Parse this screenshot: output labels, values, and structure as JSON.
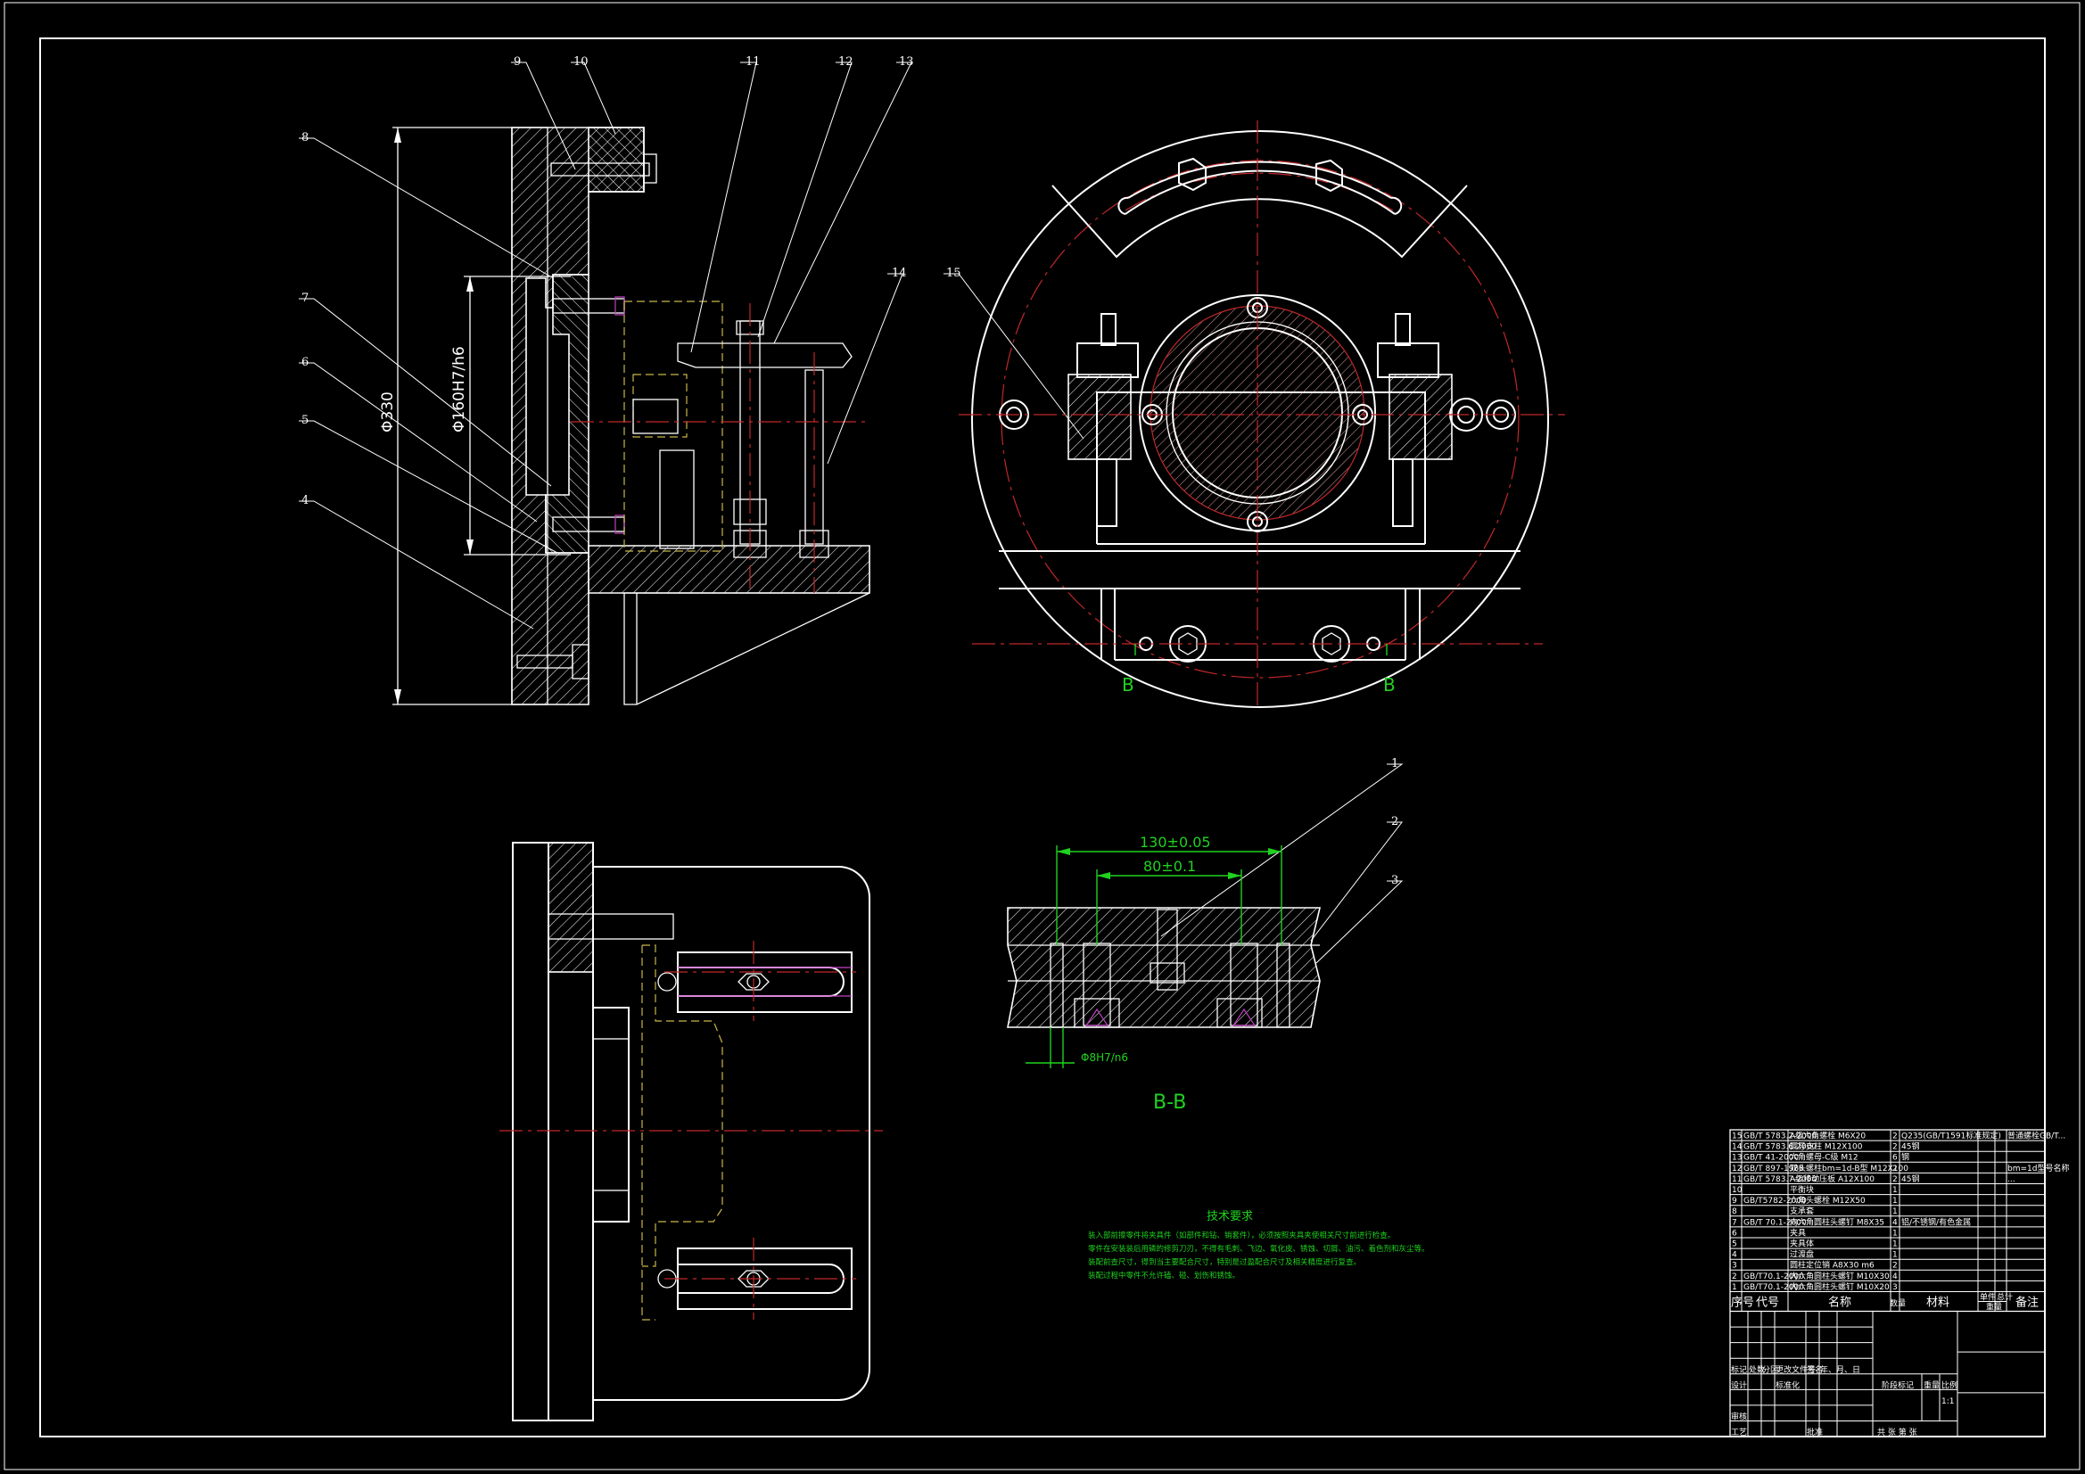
{
  "drawing": {
    "colors": {
      "background": "#000000",
      "line": "#ffffff",
      "center": "#c0282a",
      "dimension": "#1fd21f",
      "hidden": "#c8b64a"
    },
    "balloons": [
      "1",
      "2",
      "3",
      "4",
      "5",
      "6",
      "7",
      "8",
      "9",
      "10",
      "11",
      "12",
      "13",
      "14",
      "15"
    ],
    "dims": {
      "height": "Φ330",
      "bore": "Φ160H7/h6",
      "d130": "130±0.05",
      "d80": "80±0.1",
      "pin": "Φ8H7/n6"
    },
    "section_marks": {
      "left": "B",
      "right": "B"
    },
    "section_title": "B-B",
    "notes": {
      "title": "技术要求",
      "lines": [
        "装入部前擦零件将夹具件（如部件和钻、销套件），必须按照夹具夹使相关尺寸前进行检查。",
        "零件在安装装后用磷的修剪刀刃，不得有毛刺、飞边、氧化皮、锈蚀、切屑、油污、着色剂和灰尘等。",
        "装配前查尺寸，得到当主要配合尺寸，特别是过盈配合尺寸及相关精度进行复查。",
        "装配过程中零件不允许磕、碰、划伤和锈蚀。"
      ]
    }
  },
  "title_block": {
    "header": {
      "no": "序号",
      "code": "代号",
      "name": "名称",
      "qty": "数量",
      "material": "材料",
      "unit_w": "单件",
      "total_w": "总计",
      "weight": "重量",
      "remark": "备注"
    },
    "rows": [
      {
        "no": "15",
        "code": "GB/T 5783.2-2000",
        "name": "A级六角螺栓 M6X20",
        "qty": "2",
        "mat": "Q235(GB/T1591标准规定)",
        "rem": "普通螺栓GB/T..."
      },
      {
        "no": "14",
        "code": "GB/T 5783.6-2000",
        "name": "圆导支柱 M12X100",
        "qty": "2",
        "mat": "45钢",
        "rem": ""
      },
      {
        "no": "13",
        "code": "GB/T 41-2000",
        "name": "六角螺母-C级 M12",
        "qty": "6",
        "mat": "钢",
        "rem": ""
      },
      {
        "no": "12",
        "code": "GB/T 897-1988",
        "name": "双头螺柱bm=1d-B型 M12X100",
        "qty": "2",
        "mat": "",
        "rem": "bm=1d型号名称"
      },
      {
        "no": "11",
        "code": "GB/T 5783.7-2000",
        "name": "A级移动压板 A12X100",
        "qty": "2",
        "mat": "45钢",
        "rem": "..."
      },
      {
        "no": "10",
        "code": "",
        "name": "平衡块",
        "qty": "1",
        "mat": "",
        "rem": ""
      },
      {
        "no": "9",
        "code": "GB/T5782-2000",
        "name": "六角头螺栓 M12X50",
        "qty": "1",
        "mat": "",
        "rem": ""
      },
      {
        "no": "8",
        "code": "",
        "name": "支承套",
        "qty": "1",
        "mat": "",
        "rem": ""
      },
      {
        "no": "7",
        "code": "GB/T 70.1-2000",
        "name": "内六角圆柱头螺钉 M8X35",
        "qty": "4",
        "mat": "铝/不锈钢/有色金属",
        "rem": ""
      },
      {
        "no": "6",
        "code": "",
        "name": "夹具",
        "qty": "1",
        "mat": "",
        "rem": ""
      },
      {
        "no": "5",
        "code": "",
        "name": "夹具体",
        "qty": "1",
        "mat": "",
        "rem": ""
      },
      {
        "no": "4",
        "code": "",
        "name": "过渡盘",
        "qty": "1",
        "mat": "",
        "rem": ""
      },
      {
        "no": "3",
        "code": "",
        "name": "圆柱定位销 A8X30 m6",
        "qty": "2",
        "mat": "",
        "rem": ""
      },
      {
        "no": "2",
        "code": "GB/T70.1-2000",
        "name": "内六角圆柱头螺钉 M10X30",
        "qty": "4",
        "mat": "",
        "rem": ""
      },
      {
        "no": "1",
        "code": "GB/T70.1-2000",
        "name": "内六角圆柱头螺钉 M10X20",
        "qty": "3",
        "mat": "",
        "rem": ""
      }
    ],
    "sign": {
      "r1": [
        "标记",
        "处数",
        "分区",
        "更改文件号",
        "签名",
        "年、月、日"
      ],
      "design": "设计",
      "std": "标准化",
      "review": "审核",
      "process": "工艺",
      "approve": "批准",
      "stage": "阶段标记",
      "weight": "重量",
      "scale": "比例",
      "scale_val": "1:1",
      "sheets": "共  张  第  张"
    }
  }
}
